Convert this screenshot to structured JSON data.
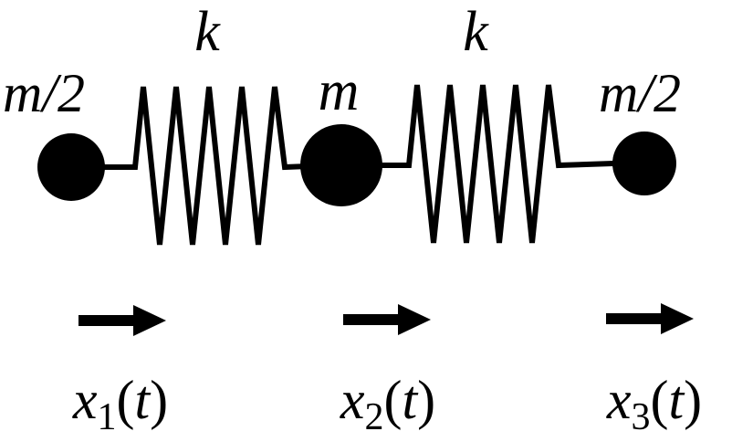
{
  "diagram": {
    "title": "three-mass two-spring chain",
    "colors": {
      "ink": "#000000",
      "background": "#ffffff"
    },
    "mass_labels": {
      "left": "m/2",
      "middle": "m",
      "right": "m/2"
    },
    "spring_labels": {
      "left": "k",
      "right": "k"
    },
    "displacement_labels": {
      "first": {
        "base": "x",
        "sub": "1",
        "open": "(",
        "arg": "t",
        "close": ")"
      },
      "second": {
        "base": "x",
        "sub": "2",
        "open": "(",
        "arg": "t",
        "close": ")"
      },
      "third": {
        "base": "x",
        "sub": "3",
        "open": "(",
        "arg": "t",
        "close": ")"
      }
    }
  }
}
